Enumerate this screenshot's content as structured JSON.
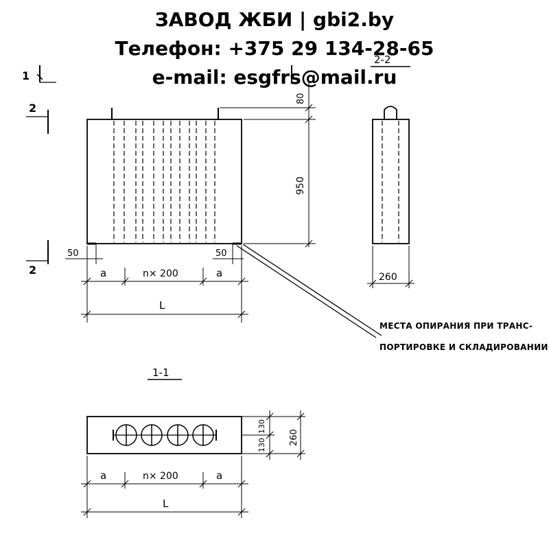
{
  "header": {
    "company": "ЗАВОД ЖБИ | gbi2.by",
    "phone": "Телефон: +375 29 134-28-65",
    "email": "e-mail: esgfrs@mail.ru"
  },
  "drawing": {
    "section_markers": {
      "one": "1",
      "two": "2"
    },
    "section_titles": {
      "s11": "1-1",
      "s22": "2-2"
    },
    "dimensions": {
      "top_offset": "80",
      "height": "950",
      "edge_left": "50",
      "edge_right": "50",
      "a": "a",
      "pitch": "n× 200",
      "length": "L",
      "width_side": "260",
      "half_a": "130",
      "half_b": "130",
      "width_section": "260"
    },
    "note": {
      "line1": "МЕСТА ОПИРАНИЯ ПРИ ТРАНС-",
      "line2": "ПОРТИРОВКЕ И СКЛАДИРОВАНИИ"
    }
  }
}
